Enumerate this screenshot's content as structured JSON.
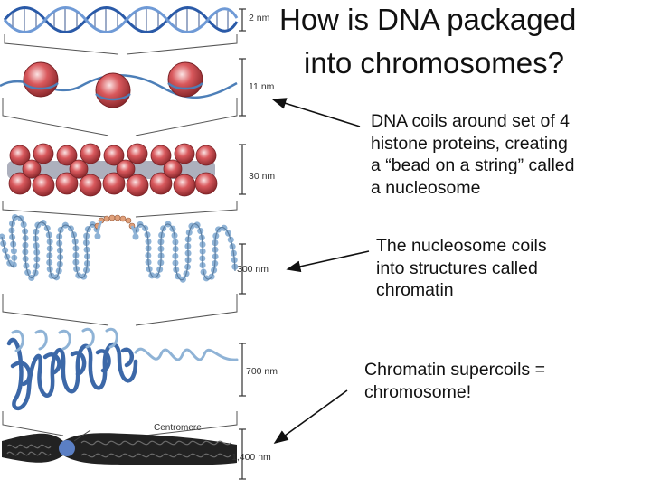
{
  "title": {
    "line1": "How is DNA packaged",
    "line2": "into chromosomes?"
  },
  "scale_labels": [
    "2 nm",
    "11 nm",
    "30 nm",
    "300 nm",
    "700 nm",
    "1,400 nm"
  ],
  "annotation": "Centromere",
  "notes": [
    {
      "lines": [
        "DNA coils around set of 4",
        "histone proteins, creating",
        "a “bead on a string” called",
        "a nucleosome"
      ]
    },
    {
      "lines": [
        "The nucleosome coils",
        "into structures called",
        "chromatin"
      ]
    },
    {
      "lines": [
        "Chromatin supercoils =",
        "chromosome!"
      ]
    }
  ],
  "colors": {
    "dna": "#2a5aa8",
    "histone": "#c8454a",
    "bead": "#8fb3d6",
    "chromosome": "#222222",
    "centromere": "#5b7fc4",
    "arrow": "#111111"
  }
}
